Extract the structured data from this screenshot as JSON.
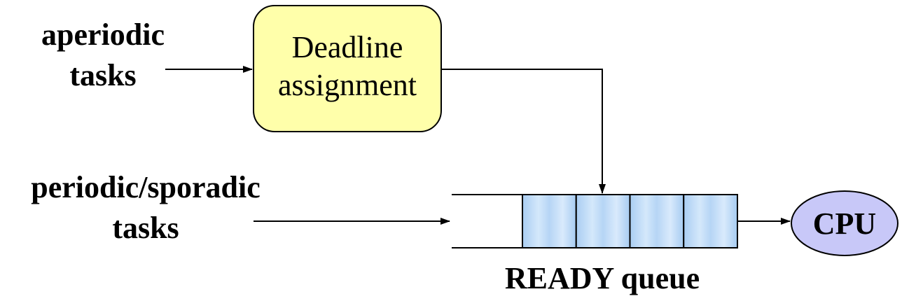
{
  "labels": {
    "aperiodic_line1": "aperiodic",
    "aperiodic_line2": "tasks",
    "periodic_line1": "periodic/sporadic",
    "periodic_line2": "tasks",
    "deadline_line1": "Deadline",
    "deadline_line2": "assignment",
    "queue": "READY queue",
    "cpu": "CPU"
  },
  "queue": {
    "slots": 4
  },
  "colors": {
    "deadline_box_fill": "#FFFFAA",
    "queue_slot_fill": "#B8D8F8",
    "cpu_fill": "#C8C8F8",
    "line": "#000000"
  }
}
